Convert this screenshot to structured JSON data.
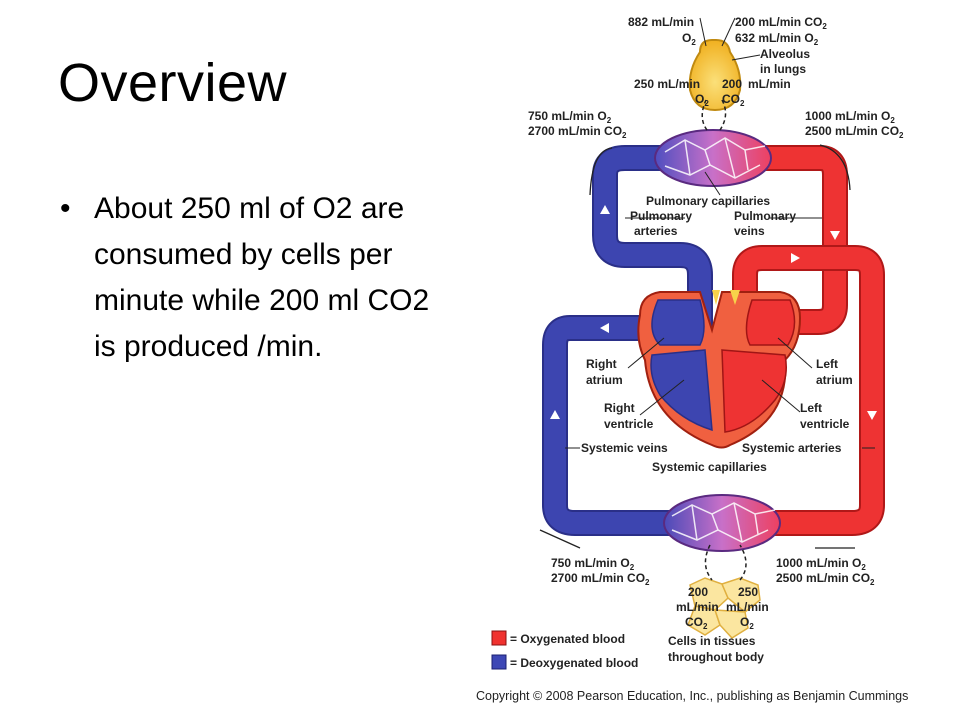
{
  "slide": {
    "title": "Overview",
    "bullets": [
      "About 250 ml of O2 are consumed by cells per minute while 200 ml CO2 is produced /min."
    ]
  },
  "diagram": {
    "lungs": {
      "left_in": [
        "882 mL/min",
        "O"
      ],
      "right_out": [
        "200 mL/min CO",
        "632 mL/min O"
      ],
      "alveolus": [
        "Alveolus",
        "in lungs"
      ],
      "exchange_left": [
        "250 mL/min",
        "O"
      ],
      "exchange_right": [
        "200",
        "CO",
        "mL/min"
      ]
    },
    "pulmonary_left": [
      "750 mL/min O",
      "2700 mL/min CO"
    ],
    "pulmonary_right": [
      "1000 mL/min O",
      "2500 mL/min CO"
    ],
    "pulmonary_capillaries": "Pulmonary capillaries",
    "pulmonary_arteries": [
      "Pulmonary",
      "arteries"
    ],
    "pulmonary_veins": [
      "Pulmonary",
      "veins"
    ],
    "right_atrium": [
      "Right",
      "atrium"
    ],
    "left_atrium": [
      "Left",
      "atrium"
    ],
    "right_ventricle": [
      "Right",
      "ventricle"
    ],
    "left_ventricle": [
      "Left",
      "ventricle"
    ],
    "systemic_veins": "Systemic veins",
    "systemic_arteries": "Systemic arteries",
    "systemic_capillaries": "Systemic capillaries",
    "systemic_left": [
      "750 mL/min O",
      "2700 mL/min CO"
    ],
    "systemic_right": [
      "1000 mL/min O",
      "2500 mL/min CO"
    ],
    "tissues_left": [
      "200",
      "mL/min",
      "CO"
    ],
    "tissues_right": [
      "250",
      "mL/min",
      "O"
    ],
    "subscript": "2",
    "tissues": [
      "Cells in tissues",
      "throughout body"
    ],
    "legend": [
      {
        "label": "= Oxygenated blood",
        "color": "#f0322f"
      },
      {
        "label": "= Deoxygenated blood",
        "color": "#3d47b5"
      }
    ],
    "colors": {
      "oxygenated": "#ee3333",
      "deoxygenated": "#3d45b0",
      "alveolus": "#f5c23a"
    }
  },
  "footer": {
    "copyright": "Copyright © 2008 Pearson Education, Inc., publishing as Benjamin Cummings"
  }
}
